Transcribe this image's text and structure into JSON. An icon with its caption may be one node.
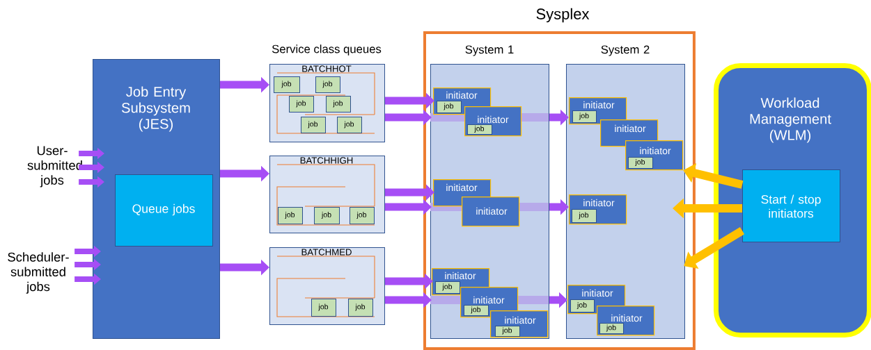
{
  "diagram": {
    "nodes": [
      {
        "text": [
          "User-submitted jobs"
        ]
      },
      {
        "text": [
          "Scheduler-submitted jobs"
        ]
      },
      {
        "text": [
          "Job Entry Subsystem (JES)"
        ]
      },
      {
        "text": [
          "Queue jobs"
        ],
        "in": 2
      },
      {
        "text": [
          "BATCHHOT"
        ]
      },
      {
        "text": [
          "job"
        ],
        "in": 4
      },
      {
        "text": [
          "job"
        ],
        "in": 4
      },
      {
        "text": [
          "job"
        ],
        "in": 4
      },
      {
        "text": [
          "job"
        ],
        "in": 4
      },
      {
        "text": [
          "job"
        ],
        "in": 4
      },
      {
        "text": [
          "job"
        ],
        "in": 4
      },
      {
        "text": [
          "BATCHHIGH"
        ]
      },
      {
        "text": [
          "job"
        ],
        "in": 11
      },
      {
        "text": [
          "job"
        ],
        "in": 11
      },
      {
        "text": [
          "job"
        ],
        "in": 11
      },
      {
        "text": [
          "BATCHMED"
        ]
      },
      {
        "text": [
          "job"
        ],
        "in": 15
      },
      {
        "text": [
          "job"
        ],
        "in": 15
      },
      {
        "text": [
          "Sysplex"
        ]
      },
      {
        "text": [
          "System 1"
        ],
        "in": 18
      },
      {
        "text": [
          "initiator"
        ],
        "in": 19
      },
      {
        "text": [
          "job"
        ],
        "in": 20
      },
      {
        "text": [
          "initiator"
        ],
        "in": 19
      },
      {
        "text": [
          "job"
        ],
        "in": 22
      },
      {
        "text": [
          "initiator"
        ],
        "in": 19
      },
      {
        "text": [
          "initiator"
        ],
        "in": 19
      },
      {
        "text": [
          "initiator"
        ],
        "in": 19
      },
      {
        "text": [
          "job"
        ],
        "in": 26
      },
      {
        "text": [
          "initiator"
        ],
        "in": 19
      },
      {
        "text": [
          "job"
        ],
        "in": 28
      },
      {
        "text": [
          "initiator"
        ],
        "in": 19
      },
      {
        "text": [
          "job"
        ],
        "in": 30
      },
      {
        "text": [
          "System 2"
        ],
        "in": 18
      },
      {
        "text": [
          "initiator"
        ],
        "in": 32
      },
      {
        "text": [
          "job"
        ],
        "in": 33
      },
      {
        "text": [
          "initiator"
        ],
        "in": 32
      },
      {
        "text": [
          "initiator"
        ],
        "in": 32
      },
      {
        "text": [
          "job"
        ],
        "in": 36
      },
      {
        "text": [
          "initiator"
        ],
        "in": 32
      },
      {
        "text": [
          "job"
        ],
        "in": 38
      },
      {
        "text": [
          "initiator"
        ],
        "in": 32
      },
      {
        "text": [
          "job"
        ],
        "in": 40
      },
      {
        "text": [
          "initiator"
        ],
        "in": 32
      },
      {
        "text": [
          "job"
        ],
        "in": 42
      },
      {
        "text": [
          "Workload Management (WLM)"
        ]
      },
      {
        "text": [
          "Start / stop initiators"
        ],
        "in": 44
      }
    ],
    "edges": [
      {
        "from": 0,
        "to": 2,
        "arrow": "to"
      },
      {
        "from": 0,
        "to": 2,
        "arrow": "to"
      },
      {
        "from": 0,
        "to": 2,
        "arrow": "to"
      },
      {
        "from": 1,
        "to": 2,
        "arrow": "to"
      },
      {
        "from": 1,
        "to": 2,
        "arrow": "to"
      },
      {
        "from": 1,
        "to": 2,
        "arrow": "to"
      },
      {
        "from": 2,
        "to": 4,
        "arrow": "to"
      },
      {
        "from": 2,
        "to": 11,
        "arrow": "to"
      },
      {
        "from": 2,
        "to": 15,
        "arrow": "to"
      },
      {
        "from": 4,
        "to": 20,
        "arrow": "to"
      },
      {
        "from": 4,
        "to": 19,
        "arrow": "to"
      },
      {
        "from": 19,
        "to": 33,
        "arrow": "to"
      },
      {
        "from": 11,
        "to": 24,
        "arrow": "to"
      },
      {
        "from": 11,
        "to": 19,
        "arrow": "to"
      },
      {
        "from": 19,
        "to": 38,
        "arrow": "to"
      },
      {
        "from": 15,
        "to": 26,
        "arrow": "to"
      },
      {
        "from": 15,
        "to": 19,
        "arrow": "to"
      },
      {
        "from": 19,
        "to": 40,
        "arrow": "to"
      },
      {
        "from": 45,
        "to": 36,
        "arrow": "to",
        "color": "#ffc000"
      },
      {
        "from": 45,
        "to": 32,
        "arrow": "to",
        "color": "#ffc000"
      },
      {
        "from": 45,
        "to": 32,
        "arrow": "to",
        "color": "#ffc000"
      }
    ],
    "labels": [
      "Service class queues"
    ]
  }
}
